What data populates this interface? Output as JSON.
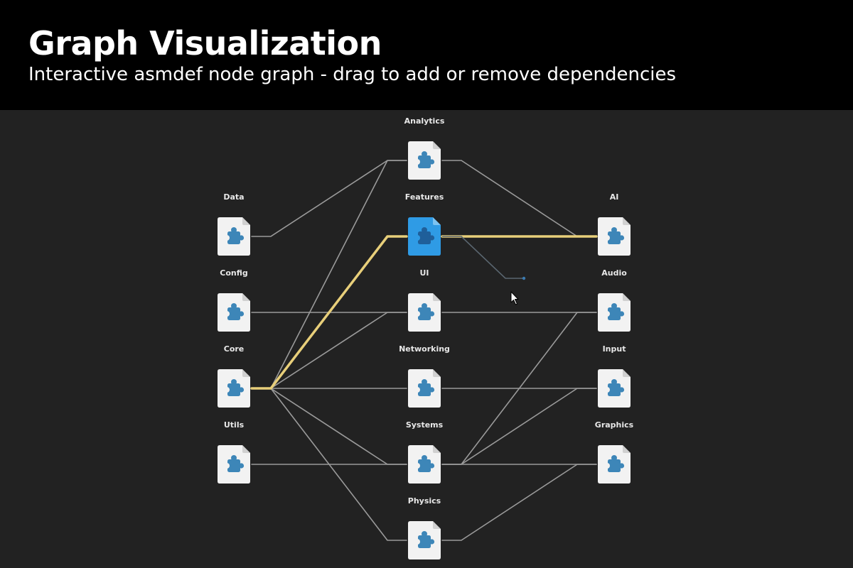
{
  "header": {
    "title": "Graph Visualization",
    "subtitle": "Interactive asmdef node graph - drag to add or remove dependencies"
  },
  "colors": {
    "background": "#222222",
    "header": "#000000",
    "edge": "#9a9a9a",
    "edge_highlight": "#e8cf7a",
    "node_tile": "#f2f2f2",
    "node_tile_selected": "#2f9be5",
    "icon": "#3d86b8",
    "drag_line": "#5a6670",
    "drag_dot": "#3a7ab0"
  },
  "graph": {
    "nodes": [
      {
        "id": "Data",
        "label": "Data",
        "icon": "puzzle-file-icon"
      },
      {
        "id": "Config",
        "label": "Config",
        "icon": "puzzle-file-icon"
      },
      {
        "id": "Core",
        "label": "Core",
        "icon": "puzzle-file-icon"
      },
      {
        "id": "Utils",
        "label": "Utils",
        "icon": "puzzle-file-icon"
      },
      {
        "id": "Analytics",
        "label": "Analytics",
        "icon": "puzzle-file-icon"
      },
      {
        "id": "Features",
        "label": "Features",
        "icon": "puzzle-file-icon",
        "selected": true
      },
      {
        "id": "UI",
        "label": "UI",
        "icon": "puzzle-file-icon"
      },
      {
        "id": "Networking",
        "label": "Networking",
        "icon": "puzzle-file-icon"
      },
      {
        "id": "Systems",
        "label": "Systems",
        "icon": "puzzle-file-icon"
      },
      {
        "id": "Physics",
        "label": "Physics",
        "icon": "puzzle-file-icon"
      },
      {
        "id": "AI",
        "label": "AI",
        "icon": "puzzle-file-icon"
      },
      {
        "id": "Audio",
        "label": "Audio",
        "icon": "puzzle-file-icon"
      },
      {
        "id": "Input",
        "label": "Input",
        "icon": "puzzle-file-icon"
      },
      {
        "id": "Graphics",
        "label": "Graphics",
        "icon": "puzzle-file-icon"
      }
    ],
    "edges": [
      {
        "from": "Data",
        "to": "Analytics"
      },
      {
        "from": "Config",
        "to": "UI"
      },
      {
        "from": "Core",
        "to": "Analytics"
      },
      {
        "from": "Core",
        "to": "Features",
        "highlight": true
      },
      {
        "from": "Core",
        "to": "UI"
      },
      {
        "from": "Core",
        "to": "Networking"
      },
      {
        "from": "Core",
        "to": "Systems"
      },
      {
        "from": "Core",
        "to": "Physics"
      },
      {
        "from": "Utils",
        "to": "Systems"
      },
      {
        "from": "Analytics",
        "to": "AI"
      },
      {
        "from": "Features",
        "to": "AI",
        "highlight": true
      },
      {
        "from": "UI",
        "to": "Audio"
      },
      {
        "from": "Networking",
        "to": "Input"
      },
      {
        "from": "Systems",
        "to": "Audio"
      },
      {
        "from": "Systems",
        "to": "Input"
      },
      {
        "from": "Systems",
        "to": "Graphics"
      },
      {
        "from": "Physics",
        "to": "Graphics"
      }
    ],
    "dragging_from": "Features"
  }
}
